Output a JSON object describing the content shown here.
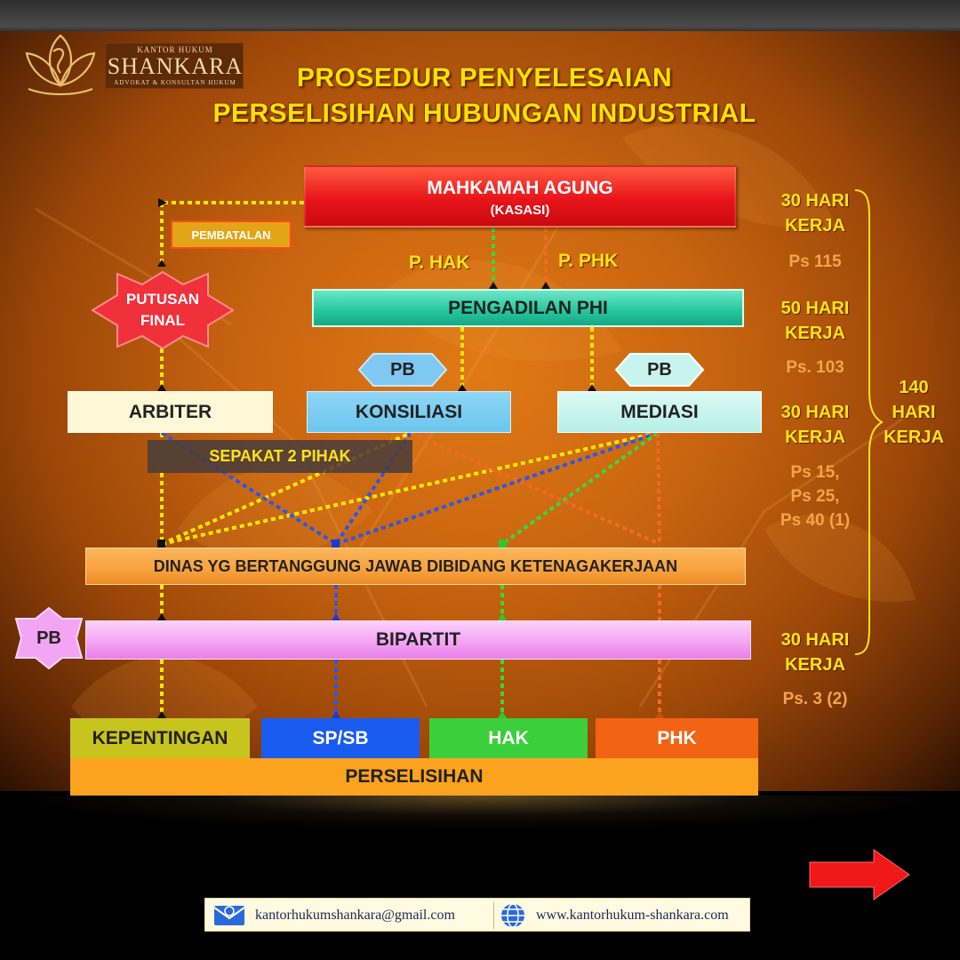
{
  "logo": {
    "top_line": "KANTOR HUKUM",
    "name": "SHANKARA",
    "subtitle": "ADVOKAT & KONSULTAN HUKUM"
  },
  "title": {
    "line1": "PROSEDUR PENYELESAIAN",
    "line2": "PERSELISIHAN HUBUNGAN INDUSTRIAL"
  },
  "nodes": {
    "mahkamah_agung": "MAHKAMAH AGUNG",
    "kasasi": "(KASASI)",
    "pembatalan": "PEMBATALAN",
    "putusan_final_1": "PUTUSAN",
    "putusan_final_2": "FINAL",
    "p_hak": "P. HAK",
    "p_phk": "P. PHK",
    "pengadilan_phi": "PENGADILAN PHI",
    "pb": "PB",
    "arbiter": "ARBITER",
    "konsiliasi": "KONSILIASI",
    "mediasi": "MEDIASI",
    "sepakat": "SEPAKAT 2 PIHAK",
    "dinas": "DINAS YG BERTANGGUNG JAWAB DIBIDANG KETENAGAKERJAAN",
    "bipartit": "BIPARTIT",
    "kepentingan": "KEPENTINGAN",
    "spsb": "SP/SB",
    "hak": "HAK",
    "phk": "PHK",
    "perselisihan": "PERSELISIHAN"
  },
  "timeline": {
    "ma_days_1": "30 HARI",
    "ma_days_2": "KERJA",
    "ma_ref": "Ps 115",
    "phi_days_1": "50 HARI",
    "phi_days_2": "KERJA",
    "phi_ref": "Ps. 103",
    "med_days_1": "30 HARI",
    "med_days_2": "KERJA",
    "med_ref_1": "Ps 15,",
    "med_ref_2": "Ps 25,",
    "med_ref_3": "Ps 40 (1)",
    "bip_days_1": "30 HARI",
    "bip_days_2": "KERJA",
    "bip_ref": "Ps. 3 (2)",
    "total_1": "140",
    "total_2": "HARI",
    "total_3": "KERJA"
  },
  "footer": {
    "email": "kantorhukumshankara@gmail.com",
    "website": "www.kantorhukum-shankara.com"
  },
  "icons": {
    "email": "email-icon",
    "globe": "globe-icon",
    "next": "arrow-right-icon",
    "logo": "lotus-logo-icon"
  },
  "colors": {
    "mahkamah": "#e8141a",
    "phi": "#27c9a0",
    "arbiter": "#fff8d6",
    "konsiliasi": "#6cc6ee",
    "mediasi": "#c8f4ef",
    "dinas": "#f7a23e",
    "bipartit": "#f4a6f4",
    "kepentingan": "#c8c41e",
    "spsb": "#1a5cf0",
    "hak": "#3ccf3c",
    "phk": "#f26414",
    "perselisihan": "#fba31e"
  }
}
